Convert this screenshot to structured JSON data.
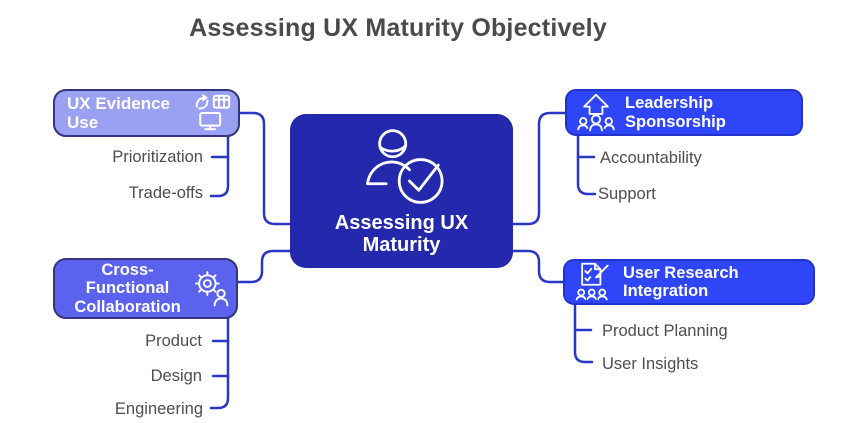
{
  "title": "Assessing UX Maturity Objectively",
  "center": {
    "label": "Assessing UX Maturity",
    "icon": "person-check-icon"
  },
  "branches": [
    {
      "id": "ux-evidence-use",
      "label": "UX Evidence Use",
      "icon": "monitor-data-sync-icon",
      "side": "left",
      "children": [
        "Prioritization",
        "Trade-offs"
      ]
    },
    {
      "id": "leadership-sponsorship",
      "label": "Leadership Sponsorship",
      "icon": "growth-arrow-team-icon",
      "side": "right",
      "children": [
        "Accountability",
        "Support"
      ]
    },
    {
      "id": "cross-functional-collaboration",
      "label": "Cross-Functional Collaboration",
      "icon": "gear-person-icon",
      "side": "left",
      "children": [
        "Product",
        "Design",
        "Engineering"
      ]
    },
    {
      "id": "user-research-integration",
      "label": "User Research Integration",
      "icon": "research-doc-team-icon",
      "side": "right",
      "children": [
        "Product Planning",
        "User Insights"
      ]
    }
  ],
  "colors": {
    "center_fill": "#2428ac",
    "light_branch_fill": "#9aa0f2",
    "medium_branch_fill": "#5b63ee",
    "bright_branch_fill": "#2e46f7",
    "dark_border": "#35357d",
    "bright_border": "#2133cc",
    "connector": "#2837c6",
    "title_text": "#4a4a4a",
    "subtopic_text": "#4d4d52",
    "node_text": "#ffffff"
  }
}
